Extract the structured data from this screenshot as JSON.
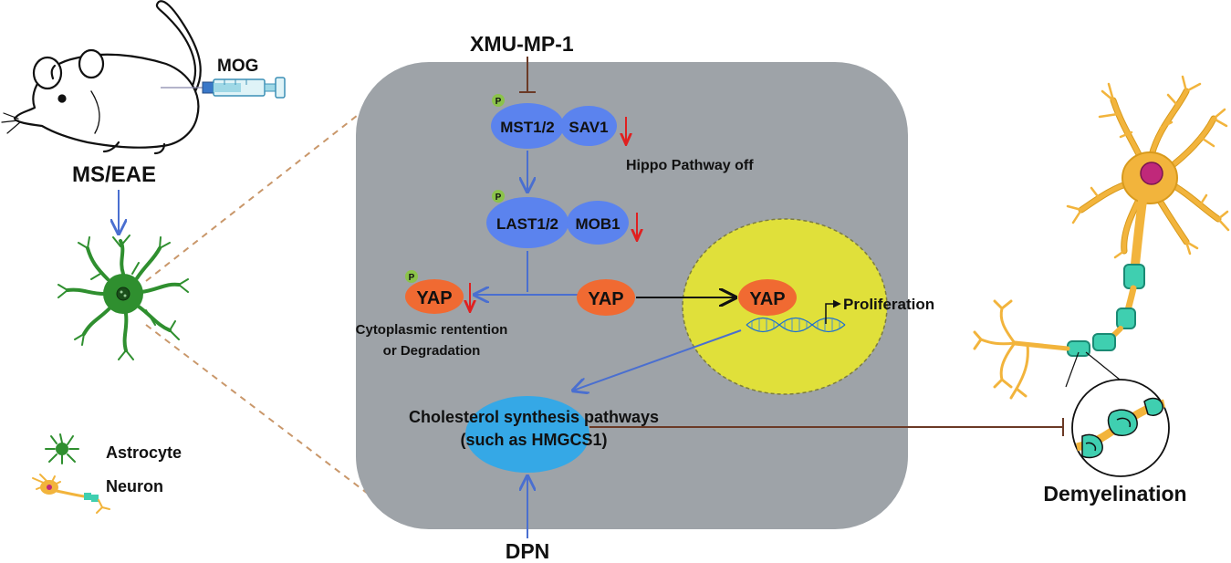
{
  "labels": {
    "mog": "MOG",
    "ms_eae": "MS/EAE",
    "xmu": "XMU-MP-1",
    "dpn": "DPN",
    "mst": "MST1/2",
    "sav": "SAV1",
    "last": "LAST1/2",
    "mob": "MOB1",
    "p": "P",
    "hippo": "Hippo Pathway off",
    "yap": "YAP",
    "cyto_line1": "Cytoplasmic rentention",
    "cyto_line2": "or Degradation",
    "proliferation": "Proliferation",
    "chol_line1": "Cholesterol synthesis pathways",
    "chol_line2": "(such as HMGCS1)",
    "demyelination": "Demyelination",
    "legend_astrocyte": "Astrocyte",
    "legend_neuron": "Neuron"
  },
  "colors": {
    "cell": "#9ea3a8",
    "node_blue": "#5b83ee",
    "yap_orange": "#f06a32",
    "nucleus": "#e0e03a",
    "chol": "#35a8e6",
    "phospho": "#8bc34a",
    "astrocyte": "#2f8f2f",
    "neuron": "#f2b43c",
    "myelin": "#3fcfb0",
    "down_arrow": "#e02020",
    "inhibit": "#6b3a26",
    "flow": "#4a6fd0"
  },
  "icons": {
    "mouse": "mouse-icon",
    "syringe": "syringe-icon",
    "astrocyte": "astrocyte-icon",
    "neuron": "neuron-icon",
    "dna": "dna-icon"
  }
}
